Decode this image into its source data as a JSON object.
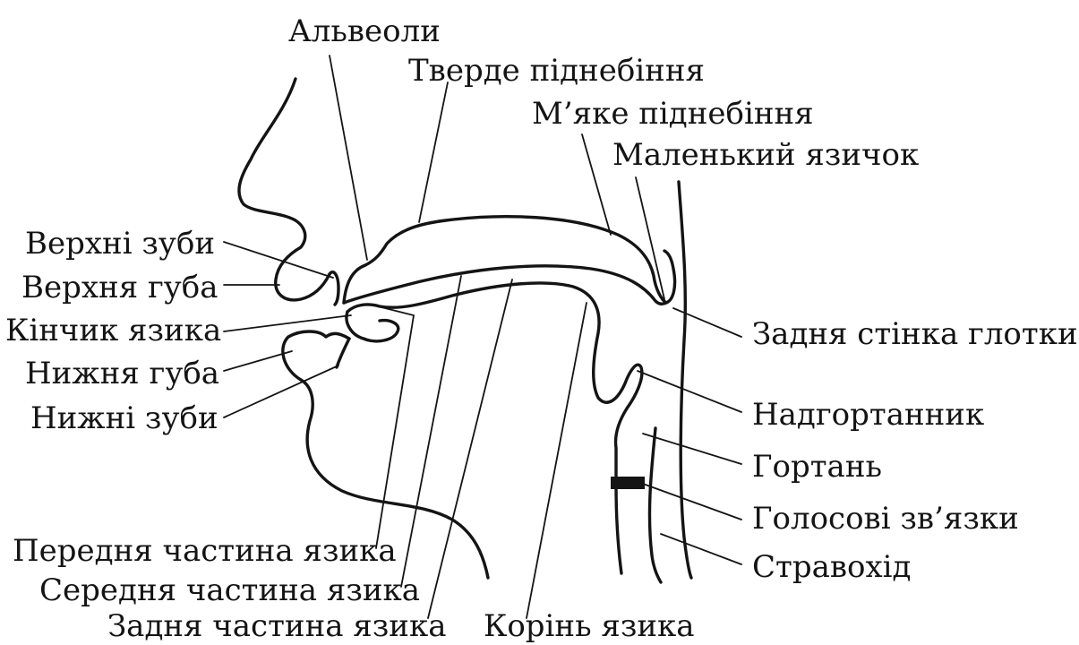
{
  "diagram": {
    "labels": {
      "alveoli": "Альвеоли",
      "hard_palate": "Тверде піднебіння",
      "soft_palate": "М’яке піднебіння",
      "uvula": "Маленький язичок",
      "upper_teeth": "Верхні зуби",
      "upper_lip": "Верхня губа",
      "tongue_tip": "Кінчик язика",
      "lower_lip": "Нижня губа",
      "lower_teeth": "Нижні зуби",
      "pharynx_back_wall": "Задня стінка глотки",
      "epiglottis": "Надгортанник",
      "larynx": "Гортань",
      "vocal_cords": "Голосові зв’язки",
      "esophagus": "Стравохід",
      "tongue_front": "Передня частина язика",
      "tongue_middle": "Середня частина язика",
      "tongue_back": "Задня частина язика",
      "tongue_root": "Корінь язика"
    }
  }
}
